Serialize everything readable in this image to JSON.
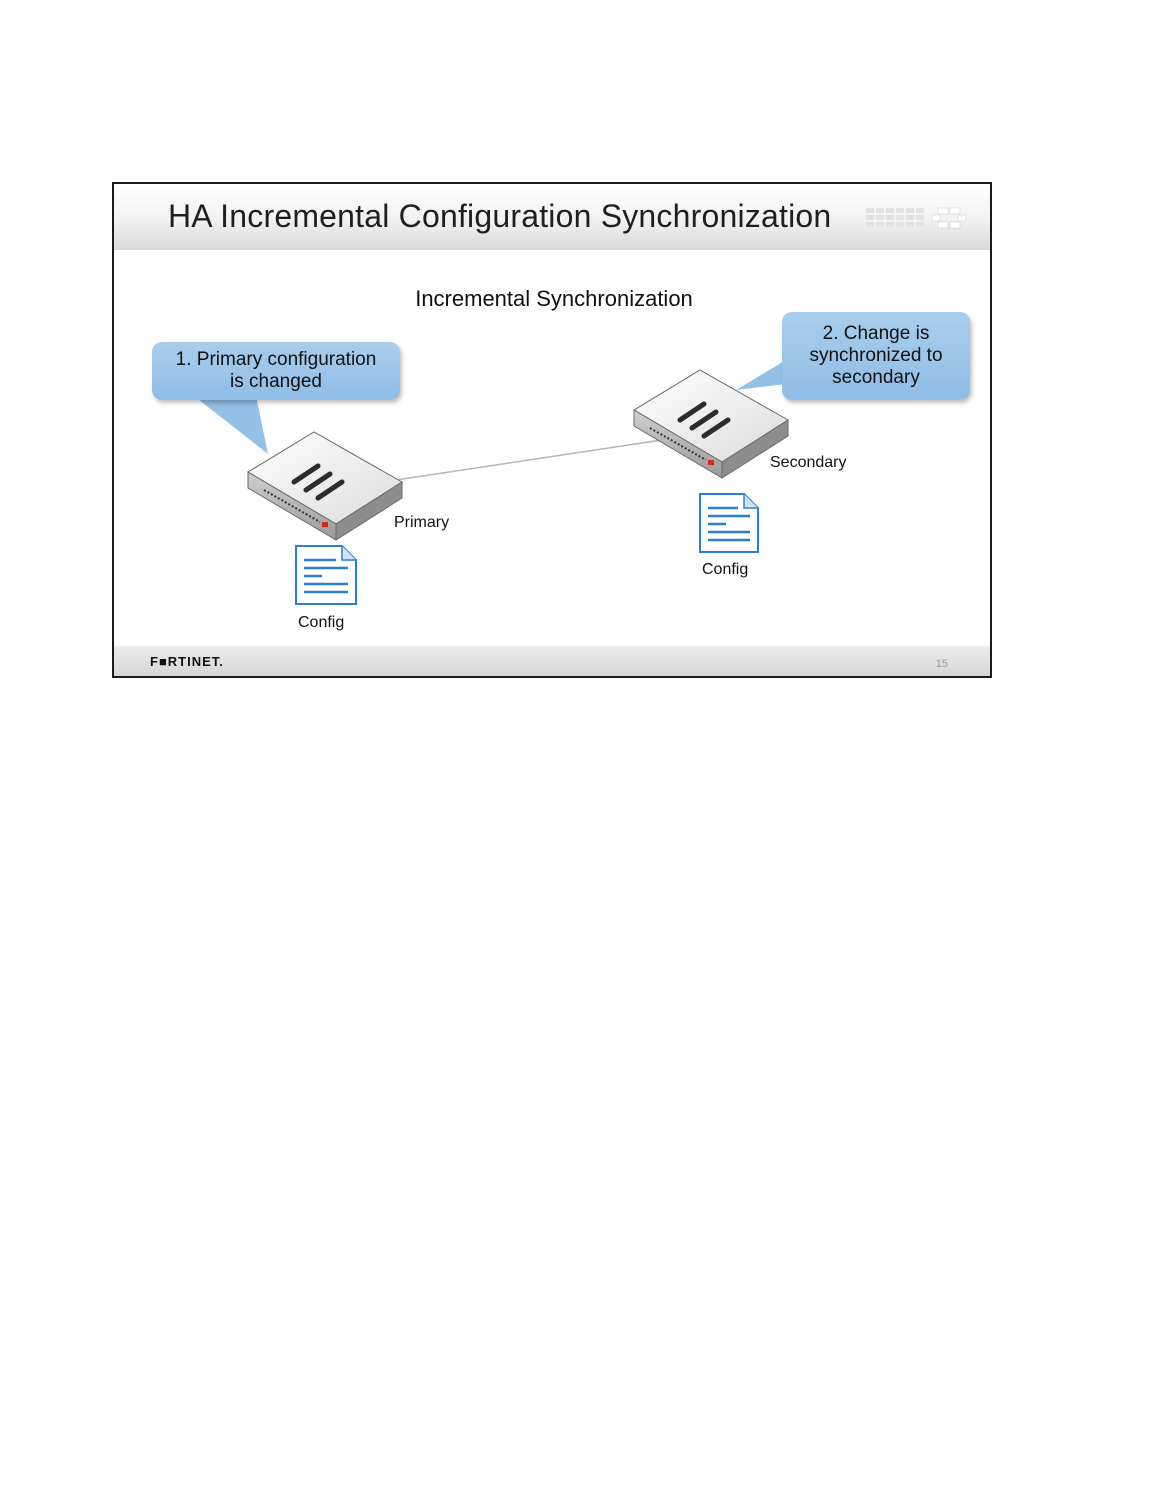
{
  "slide": {
    "title": "HA Incremental Configuration Synchronization",
    "subtitle": "Incremental Synchronization",
    "page_number": "15",
    "footer_logo": "F■RTINET."
  },
  "callouts": {
    "step1": "1. Primary configuration\nis changed",
    "step2": "2. Change is\nsynchronized to\nsecondary"
  },
  "devices": {
    "primary": "Primary",
    "secondary": "Secondary"
  },
  "files": {
    "primary_config": "Config",
    "secondary_config": "Config"
  },
  "colors": {
    "callout_fill": "#9cc5ea",
    "doc_blue": "#2a7fd4",
    "fortinet_red": "#d9251d"
  }
}
